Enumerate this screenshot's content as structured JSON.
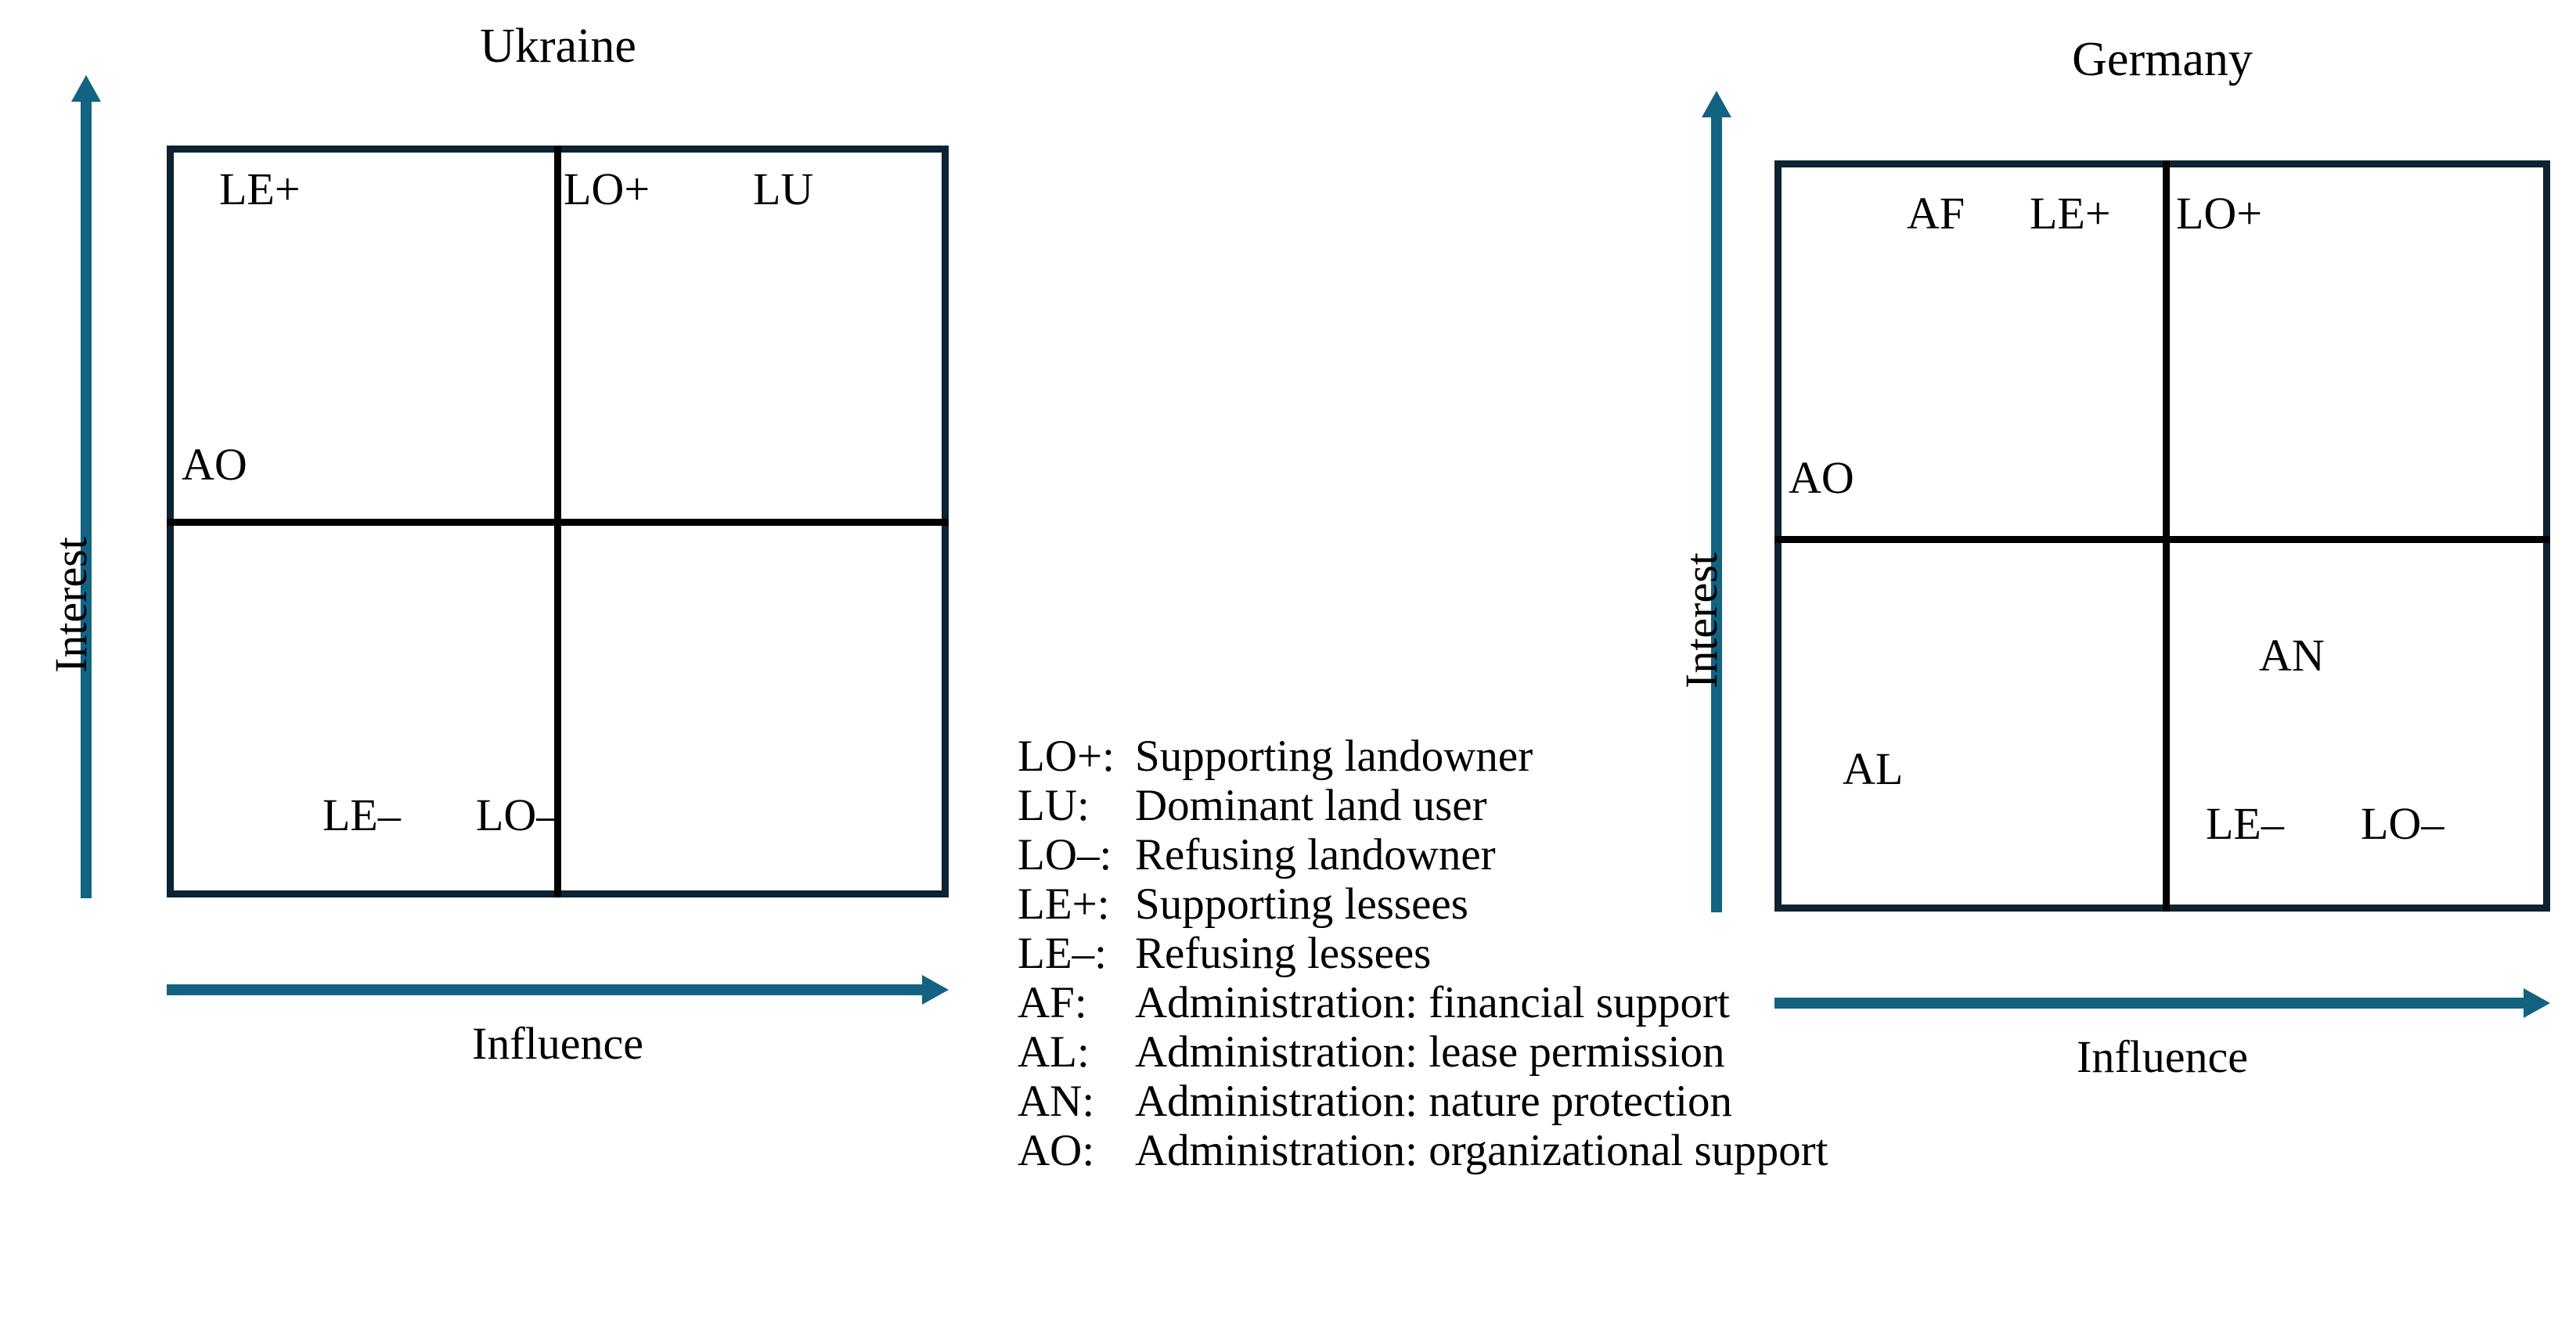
{
  "charts": [
    {
      "title": "Ukraine",
      "y_axis_label": "Interest",
      "x_axis_label": "Influence",
      "labels": {
        "le_plus": "LE+",
        "lo_plus": "LO+",
        "lu": "LU",
        "ao": "AO",
        "le_minus": "LE–",
        "lo_minus": "LO–"
      }
    },
    {
      "title": "Germany",
      "y_axis_label": "Interest",
      "x_axis_label": "Influence",
      "labels": {
        "af": "AF",
        "le_plus": "LE+",
        "lo_plus": "LO+",
        "ao": "AO",
        "an": "AN",
        "al": "AL",
        "le_minus": "LE–",
        "lo_minus": "LO–"
      }
    }
  ],
  "legend": {
    "entries": [
      {
        "key": "LO+:",
        "desc": "Supporting landowner"
      },
      {
        "key": "LU:",
        "desc": "Dominant land user"
      },
      {
        "key": "LO–:",
        "desc": "Refusing landowner"
      },
      {
        "key": "LE+:",
        "desc": "Supporting lessees"
      },
      {
        "key": "LE–:",
        "desc": "Refusing lessees"
      },
      {
        "key": "AF:",
        "desc": "Administration: financial support"
      },
      {
        "key": "AL:",
        "desc": "Administration: lease permission"
      },
      {
        "key": "AN:",
        "desc": "Administration: nature protection"
      },
      {
        "key": "AO:",
        "desc": "Administration: organizational support"
      }
    ]
  },
  "chart_data": {
    "type": "scatter",
    "title": "Stakeholder interest–influence matrices: Ukraine and Germany",
    "xlabel": "Influence",
    "ylabel": "Interest",
    "grid": false,
    "legend_position": "center",
    "axis_quadrants": [
      "low-influence/high-interest",
      "high-influence/high-interest",
      "low-influence/low-interest",
      "high-influence/low-interest"
    ],
    "panels": [
      {
        "name": "Ukraine",
        "points": [
          {
            "label": "LE+",
            "quadrant": "high-interest/low-influence",
            "x": 0.47,
            "y": 0.96
          },
          {
            "label": "LO+",
            "quadrant": "high-interest/high-influence",
            "x": 0.53,
            "y": 0.96
          },
          {
            "label": "LU",
            "quadrant": "high-interest/high-influence",
            "x": 0.78,
            "y": 0.96
          },
          {
            "label": "AO",
            "quadrant": "high-interest/low-influence",
            "x": 0.03,
            "y": 0.58
          },
          {
            "label": "LE–",
            "quadrant": "low-interest/high-influence",
            "x": 0.63,
            "y": 0.1
          },
          {
            "label": "LO–",
            "quadrant": "low-interest/high-influence",
            "x": 0.83,
            "y": 0.1
          }
        ]
      },
      {
        "name": "Germany",
        "points": [
          {
            "label": "AF",
            "quadrant": "high-interest/low-influence",
            "x": 0.2,
            "y": 0.94
          },
          {
            "label": "LE+",
            "quadrant": "high-interest/low-influence",
            "x": 0.36,
            "y": 0.94
          },
          {
            "label": "LO+",
            "quadrant": "high-interest/high-influence",
            "x": 0.55,
            "y": 0.94
          },
          {
            "label": "AO",
            "quadrant": "high-interest/low-influence",
            "x": 0.02,
            "y": 0.59
          },
          {
            "label": "AN",
            "quadrant": "low-interest/high-influence",
            "x": 0.65,
            "y": 0.35
          },
          {
            "label": "AL",
            "quadrant": "low-interest/low-influence",
            "x": 0.11,
            "y": 0.19
          },
          {
            "label": "LE–",
            "quadrant": "low-interest/high-influence",
            "x": 0.58,
            "y": 0.11
          },
          {
            "label": "LO–",
            "quadrant": "low-interest/high-influence",
            "x": 0.78,
            "y": 0.11
          }
        ]
      }
    ]
  },
  "colors": {
    "axis_arrow": "#126381",
    "matrix_border": "#0D2233",
    "divider": "#000000",
    "text": "#000000",
    "background": "#FFFFFF"
  }
}
